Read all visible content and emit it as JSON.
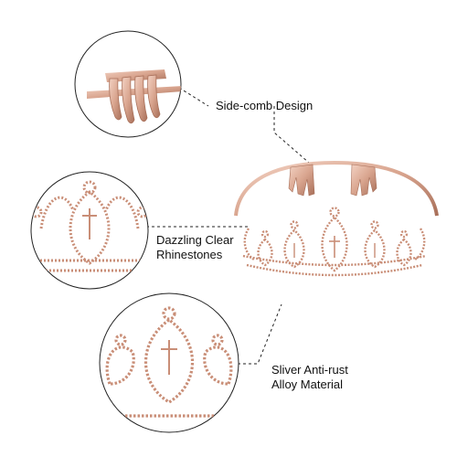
{
  "colors": {
    "background": "#ffffff",
    "rose_gold": "#d9a58f",
    "rose_gold_dark": "#a86f59",
    "rose_gold_light": "#f3d2c3",
    "callout_line": "#222222",
    "text": "#111111"
  },
  "callouts": {
    "side_comb": {
      "lines": [
        "Side-comb Design"
      ]
    },
    "rhinestones": {
      "lines": [
        "Dazzling Clear",
        "Rhinestones"
      ]
    },
    "alloy": {
      "lines": [
        "Sliver Anti-rust",
        "Alloy Material"
      ]
    }
  }
}
